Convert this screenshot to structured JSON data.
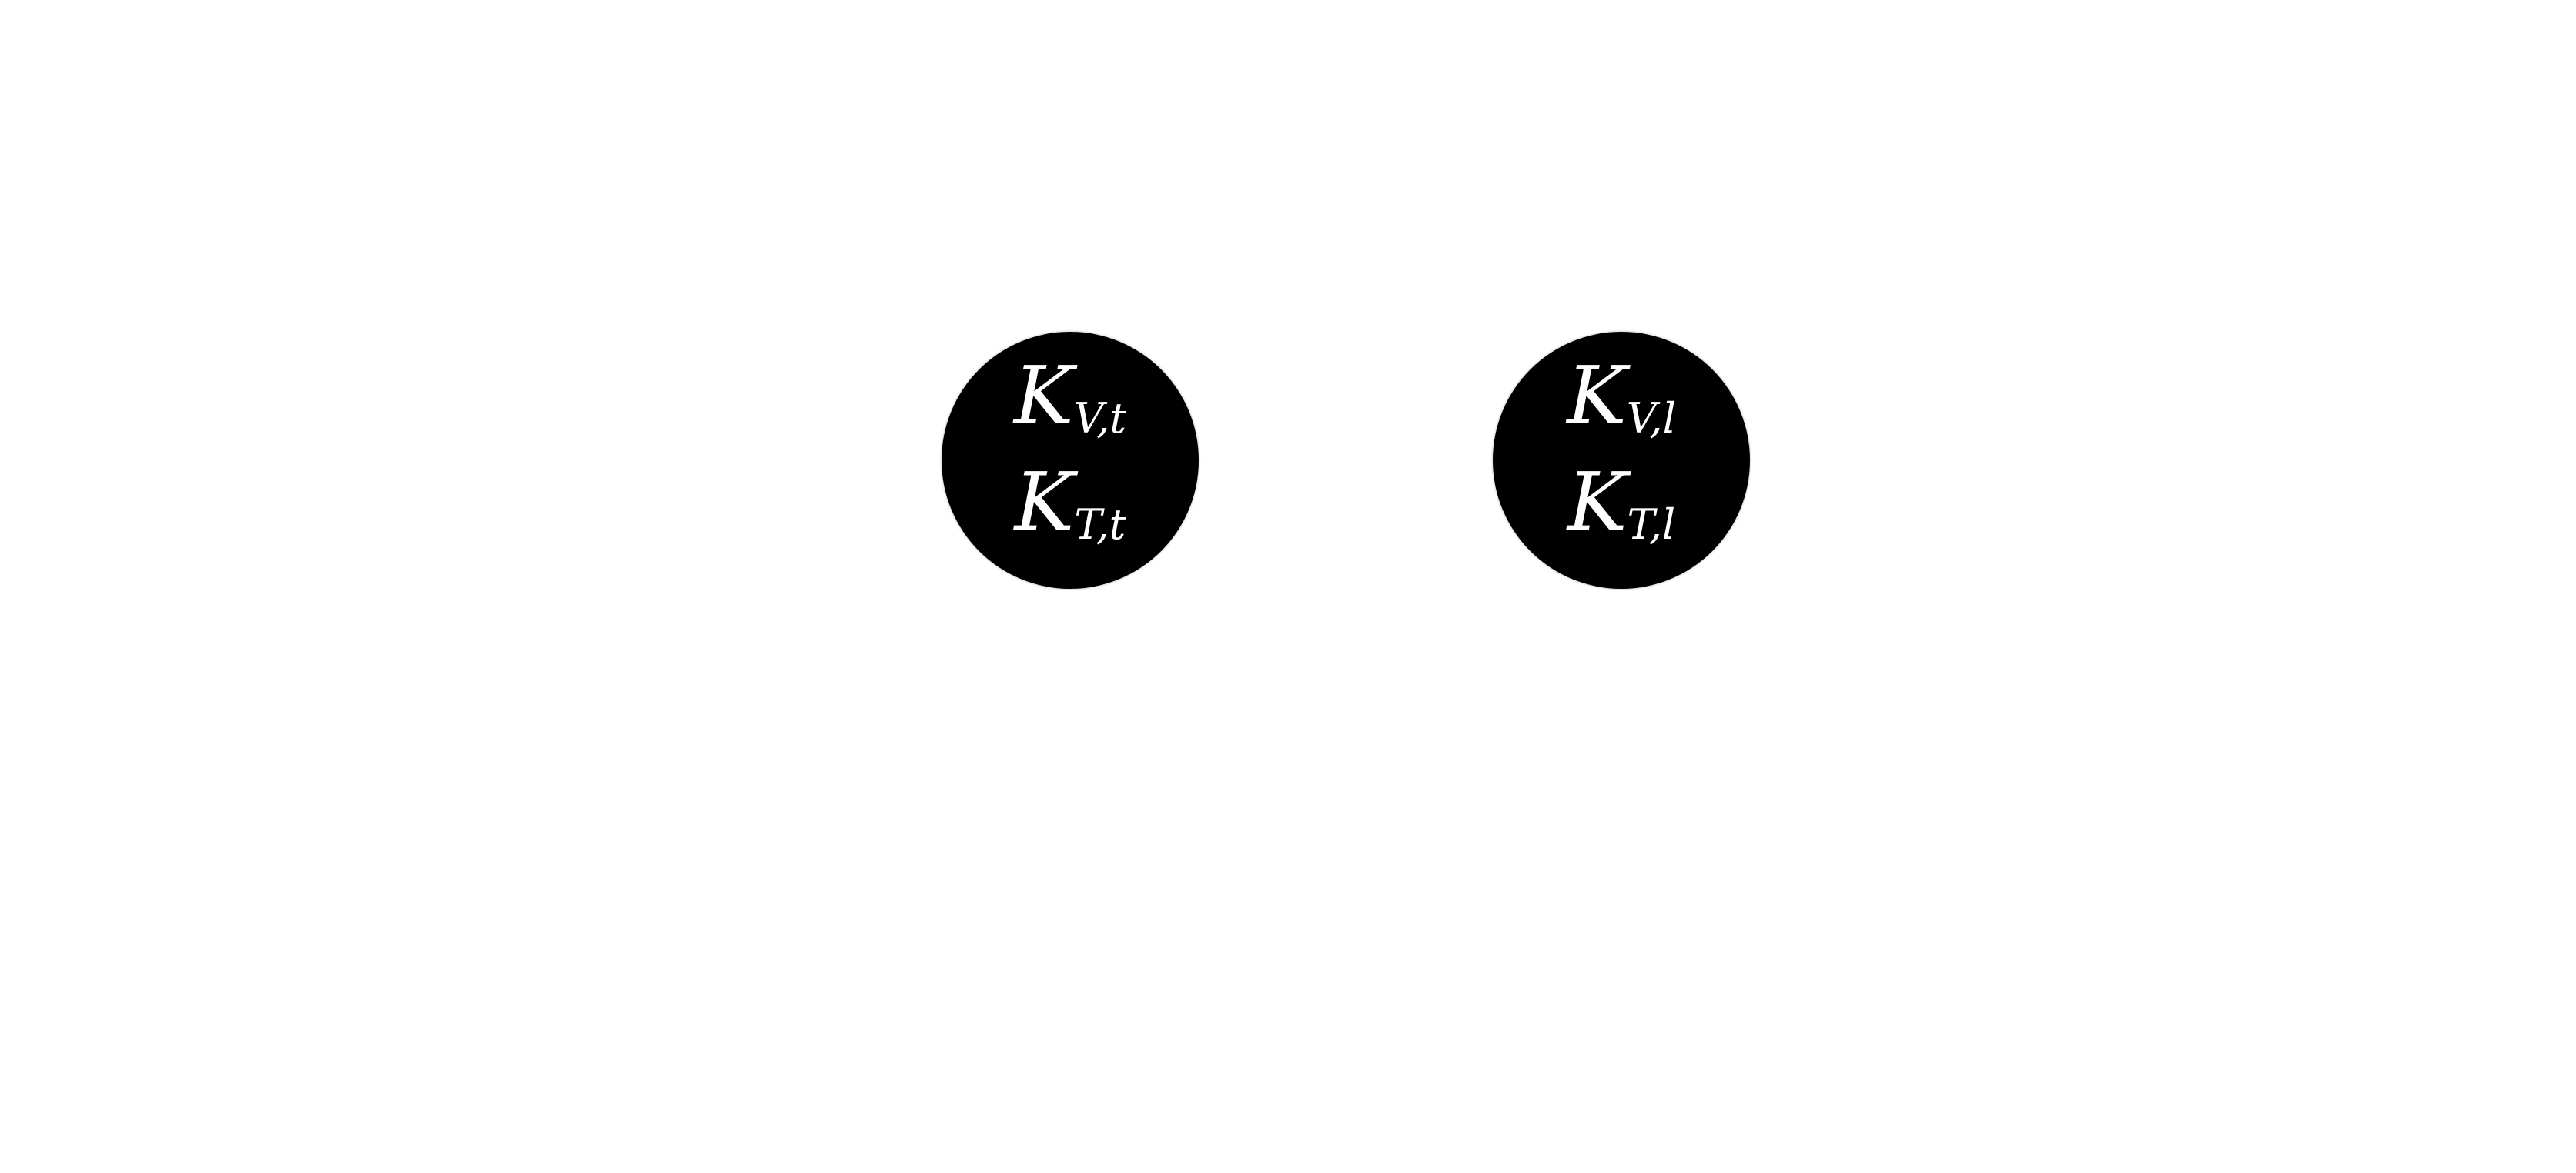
{
  "figure": {
    "background_color": "#ffffff",
    "node_fill_color": "#000000",
    "node_text_color": "#ffffff",
    "nodes": [
      {
        "name": "left-node",
        "shape": "circle",
        "lines": [
          {
            "base": "K",
            "sub": "V,t"
          },
          {
            "base": "K",
            "sub": "T,t"
          }
        ]
      },
      {
        "name": "right-node",
        "shape": "circle",
        "lines": [
          {
            "base": "K",
            "sub": "V,l"
          },
          {
            "base": "K",
            "sub": "T,l"
          }
        ]
      }
    ]
  }
}
